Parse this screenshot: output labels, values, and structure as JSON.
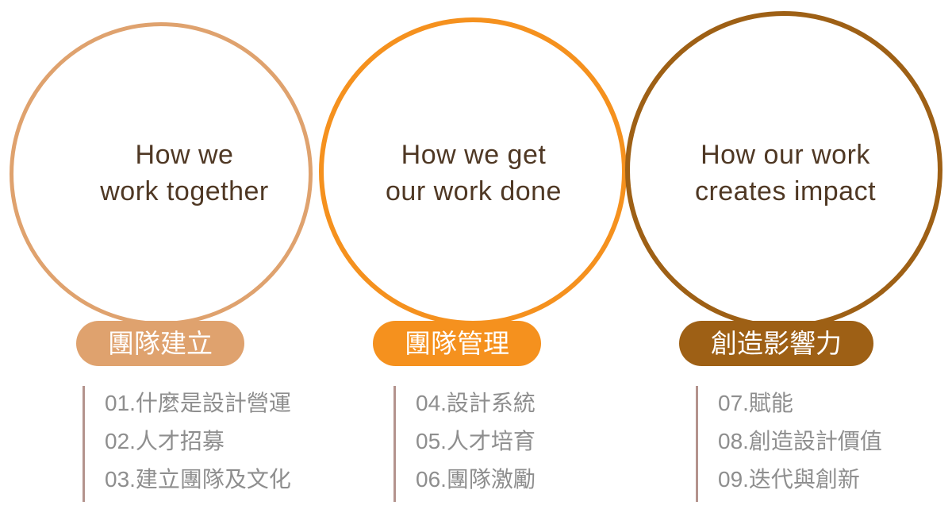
{
  "diagram": {
    "title_color": "#4F3824",
    "item_color": "#8E8E8E",
    "divider_color": "#B4938D",
    "badge_text_color": "#FFFFFF",
    "columns": [
      {
        "title_line1": "How we",
        "title_line2": "work together",
        "badge": "團隊建立",
        "color": "#DFA26E",
        "items": [
          "01.什麼是設計營運",
          "02.人才招募",
          "03.建立團隊及文化"
        ]
      },
      {
        "title_line1": "How we get",
        "title_line2": "our work done",
        "badge": "團隊管理",
        "color": "#F5911E",
        "items": [
          "04.設計系統",
          "05.人才培育",
          "06.團隊激勵"
        ]
      },
      {
        "title_line1": "How our work",
        "title_line2": "creates impact",
        "badge": "創造影響力",
        "color": "#9E6015",
        "items": [
          "07.賦能",
          "08.創造設計價值",
          "09.迭代與創新"
        ]
      }
    ]
  }
}
